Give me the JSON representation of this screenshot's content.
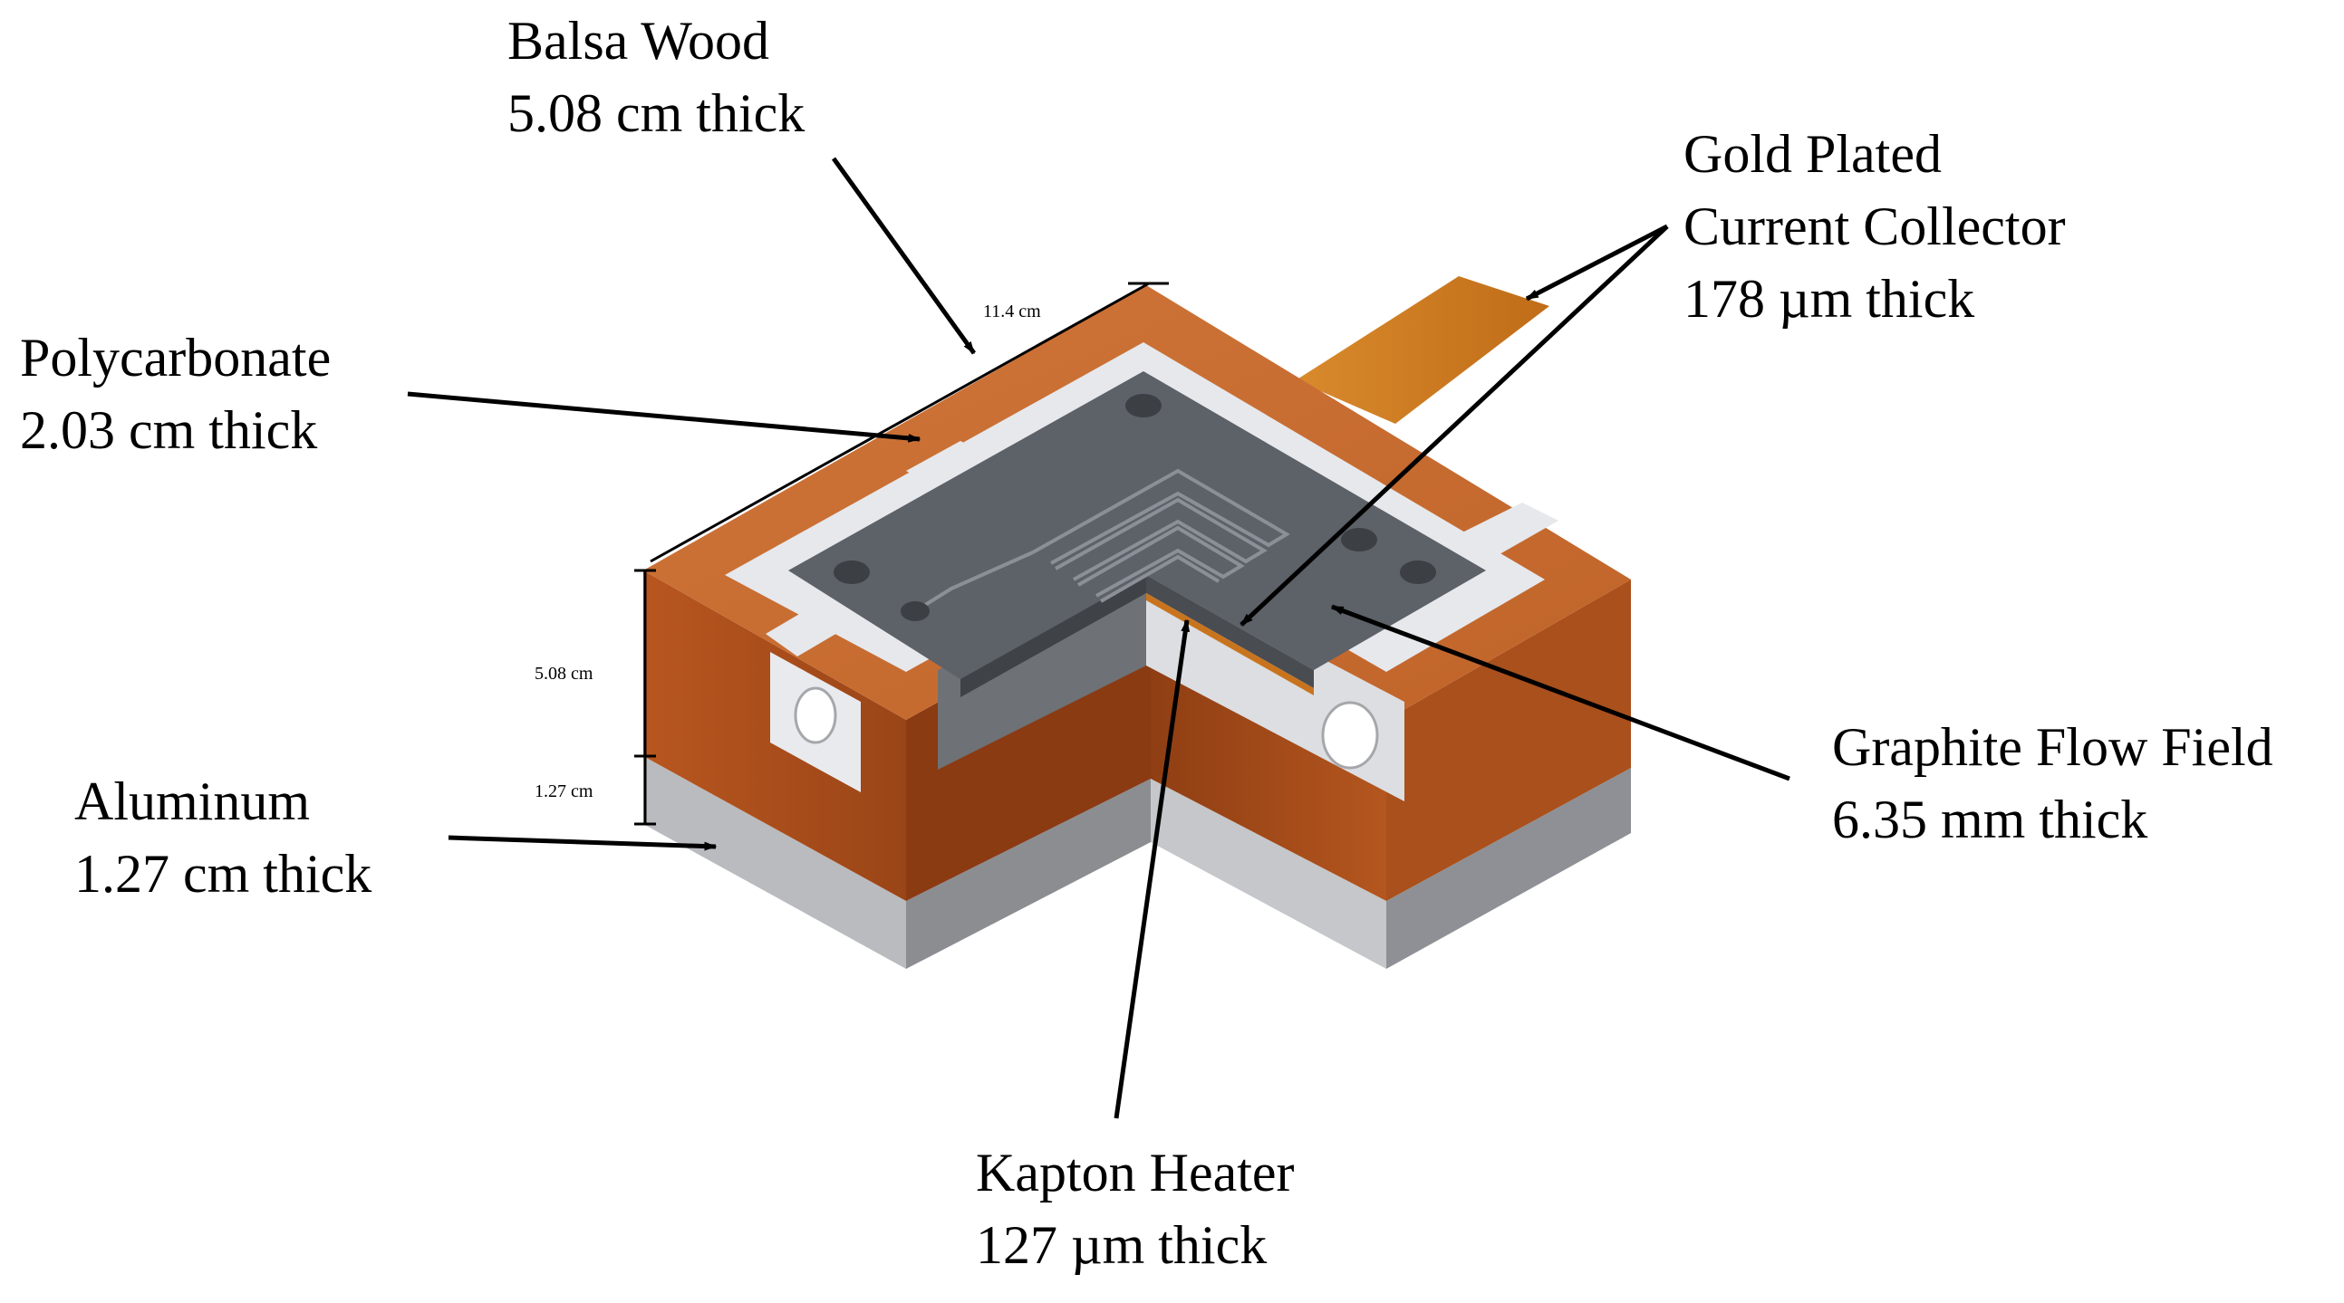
{
  "colors": {
    "background": "#ffffff",
    "balsa_wood": "#c2632a",
    "balsa_wood_dark": "#a24c1c",
    "polycarbonate": "#e6e8ec",
    "aluminum_top": "#d9dadc",
    "aluminum_side": "#8e9095",
    "graphite": "#5d6168",
    "gold_tab": "#cd7a22",
    "text": "#000000"
  },
  "labels": {
    "balsa": {
      "line1": "Balsa Wood",
      "line2": "5.08 cm thick"
    },
    "gold": {
      "line1": "Gold Plated",
      "line2": "Current Collector",
      "line3": "178 µm thick"
    },
    "polycarbonate": {
      "line1": "Polycarbonate",
      "line2": "2.03 cm thick"
    },
    "graphite": {
      "line1": "Graphite Flow Field",
      "line2": "6.35 mm thick"
    },
    "aluminum": {
      "line1": "Aluminum",
      "line2": "1.27 cm thick"
    },
    "kapton": {
      "line1": "Kapton Heater",
      "line2": "127 µm thick"
    }
  },
  "dimensions": {
    "width": "11.4 cm",
    "height_balsa": "5.08  cm",
    "height_aluminum": "1.27 cm"
  }
}
